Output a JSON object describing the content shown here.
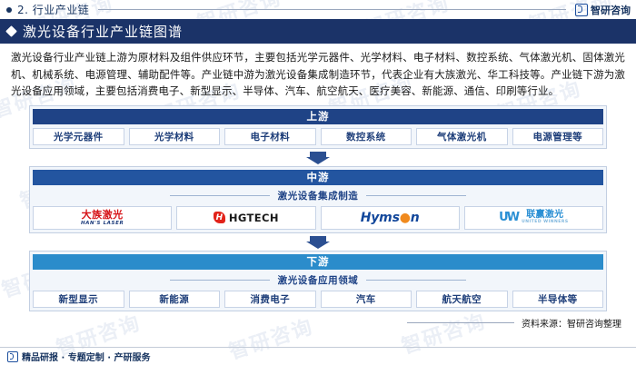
{
  "topbar": {
    "section_number_title": "2. 行业产业链",
    "brand": "智研咨询",
    "brand_icon": "zhiyan-logo-icon"
  },
  "heading": {
    "bullet_icon": "diamond-bullet-icon",
    "title": "激光设备行业产业链图谱"
  },
  "intro": {
    "paragraph": "激光设备行业产业链上游为原材料及组件供应环节，主要包括光学元器件、光学材料、电子材料、数控系统、气体激光机、固体激光机、机械系统、电源管理、辅助配件等。产业链中游为激光设备集成制造环节，代表企业有大族激光、华工科技等。产业链下游为激光设备应用领域，主要包括消费电子、新型显示、半导体、汽车、航空航天、医疗美容、新能源、通信、印刷等行业。"
  },
  "chain": {
    "upstream": {
      "header": "上游",
      "items": [
        "光学元器件",
        "光学材料",
        "电子材料",
        "数控系统",
        "气体激光机",
        "电源管理等"
      ]
    },
    "midstream": {
      "header": "中游",
      "subtitle": "激光设备集成制造",
      "companies": [
        {
          "cn": "大族激光",
          "en": "HAN'S LASER"
        },
        {
          "cn": "",
          "en": "HGTECH"
        },
        {
          "cn": "",
          "en": "Hymson"
        },
        {
          "cn": "联赢激光",
          "en": "UNITED WINNERS"
        }
      ]
    },
    "downstream": {
      "header": "下游",
      "subtitle": "激光设备应用领域",
      "items": [
        "新型显示",
        "新能源",
        "消费电子",
        "汽车",
        "航天航空",
        "半导体等"
      ]
    },
    "arrow_icon": "down-arrow-icon"
  },
  "source": {
    "text": "资料来源：智研咨询整理"
  },
  "footer": {
    "icon": "zhiyan-logo-icon",
    "text": "精品研报 · 专题定制 · 产研服务"
  },
  "colors": {
    "navy": "#1b3368",
    "upstream_blue": "#1f4386",
    "mid_blue": "#2355a0",
    "down_blue": "#2b8ccb",
    "panel_bg": "#f2f6fb"
  },
  "watermark": {
    "text": "智研咨询"
  }
}
